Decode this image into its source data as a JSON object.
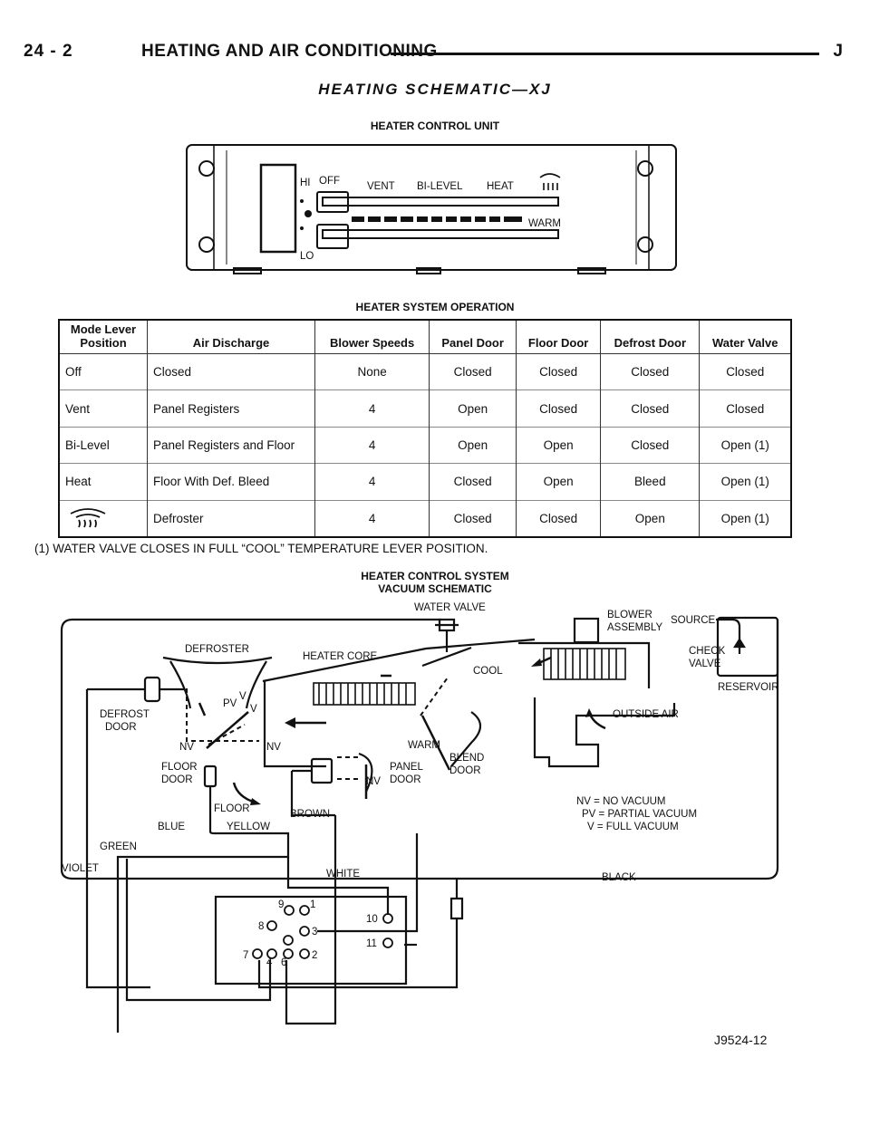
{
  "header": {
    "page_number": "24 - 2",
    "section": "HEATING AND AIR CONDITIONING",
    "letter": "J"
  },
  "title": "HEATING SCHEMATIC—XJ",
  "control_unit": {
    "caption": "HEATER CONTROL UNIT",
    "labels": {
      "hi": "HI",
      "off": "OFF",
      "vent": "VENT",
      "bilevel": "BI-LEVEL",
      "heat": "HEAT",
      "warm": "WARM",
      "lo": "LO"
    }
  },
  "operation": {
    "caption": "HEATER SYSTEM OPERATION",
    "headers": [
      "Mode Lever Position",
      "Air Discharge",
      "Blower Speeds",
      "Panel Door",
      "Floor Door",
      "Defrost Door",
      "Water Valve"
    ],
    "rows": [
      [
        "Off",
        "Closed",
        "None",
        "Closed",
        "Closed",
        "Closed",
        "Closed"
      ],
      [
        "Vent",
        "Panel Registers",
        "4",
        "Open",
        "Closed",
        "Closed",
        "Closed"
      ],
      [
        "Bi-Level",
        "Panel Registers and Floor",
        "4",
        "Open",
        "Open",
        "Closed",
        "Open (1)"
      ],
      [
        "Heat",
        "Floor With Def. Bleed",
        "4",
        "Closed",
        "Open",
        "Bleed",
        "Open (1)"
      ],
      [
        "",
        "Defroster",
        "4",
        "Closed",
        "Closed",
        "Open",
        "Open (1)"
      ]
    ],
    "note": "(1) WATER VALVE CLOSES IN FULL “COOL” TEMPERATURE LEVER POSITION."
  },
  "schematic": {
    "caption_line1": "HEATER CONTROL SYSTEM",
    "caption_line2": "VACUUM SCHEMATIC",
    "labels": {
      "water_valve": "WATER VALVE",
      "blower_1": "BLOWER",
      "blower_2": "ASSEMBLY",
      "source": "SOURCE",
      "check_1": "CHECK",
      "check_2": "VALVE",
      "reservoir": "RESERVOIR",
      "defroster": "DEFROSTER",
      "heater_core": "HEATER CORE",
      "cool": "COOL",
      "defrost_door_1": "DEFROST",
      "defrost_door_2": "DOOR",
      "outside_air": "OUTSIDE AIR",
      "pv": "PV",
      "v1": "V",
      "v2": "V",
      "nv1": "NV",
      "nv2": "NV",
      "nv3": "NV",
      "warm": "WARM",
      "floor_door_1": "FLOOR",
      "floor_door_2": "DOOR",
      "panel_door_1": "PANEL",
      "panel_door_2": "DOOR",
      "blend_door_1": "BLEND",
      "blend_door_2": "DOOR",
      "floor": "FLOOR",
      "brown": "BROWN",
      "blue": "BLUE",
      "yellow": "YELLOW",
      "green": "GREEN",
      "violet": "VIOLET",
      "white": "WHITE",
      "black": "BLACK",
      "legend_nv": "NV  = NO VACUUM",
      "legend_pv": "PV  = PARTIAL VACUUM",
      "legend_v": "V  = FULL VACUUM",
      "p1": "1",
      "p2": "2",
      "p3": "3",
      "p4": "4",
      "p6": "6",
      "p7": "7",
      "p8": "8",
      "p9": "9",
      "p10": "10",
      "p11": "11"
    },
    "figure_id": "J9524-12"
  }
}
